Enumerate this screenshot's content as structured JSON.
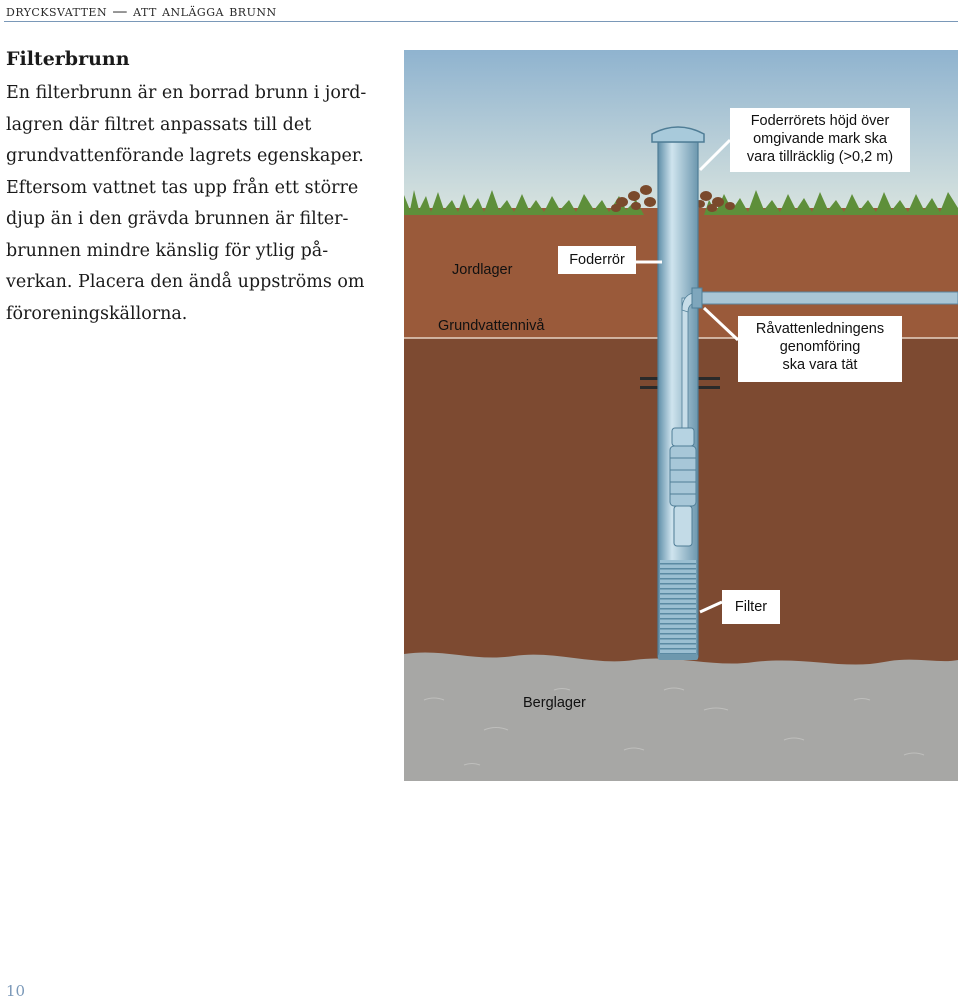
{
  "header": {
    "running_head": "drycksvatten — att anlägga brunn"
  },
  "section": {
    "title": "Filterbrunn",
    "lines": [
      "En filterbrunn är en borrad brunn i jord-",
      "lagren där filtret anpassats till det",
      "grundvattenförande lagrets egenskaper.",
      "Eftersom vattnet tas upp från ett större",
      "djup än i den grävda brunnen är filter-",
      "brunnen mindre känslig för ytlig på-",
      "verkan. Placera den ändå uppströms om",
      "föroreningskällorna."
    ]
  },
  "diagram": {
    "labels": {
      "casing_height_line1": "Foderrörets höjd över",
      "casing_height_line2": "omgivande mark ska",
      "casing_height_line3": "vara tillräcklig (>0,2 m)",
      "soil_layer": "Jordlager",
      "casing": "Foderrör",
      "groundwater_level": "Grundvattennivå",
      "raw_water_line1": "Råvattenledningens",
      "raw_water_line2": "genomföring",
      "raw_water_line3": "ska vara tät",
      "filter": "Filter",
      "bedrock": "Berglager"
    },
    "colors": {
      "sky_top": "#8fb3cf",
      "sky_bottom": "#d9e4df",
      "grass": "#5e8f3a",
      "soil": "#9a5a3a",
      "saturated_soil": "#7d4a31",
      "bedrock": "#a7a7a5",
      "pipe": "#9ec3d6",
      "callout_bg": "#ffffff"
    }
  },
  "footer": {
    "page_number": "10"
  }
}
